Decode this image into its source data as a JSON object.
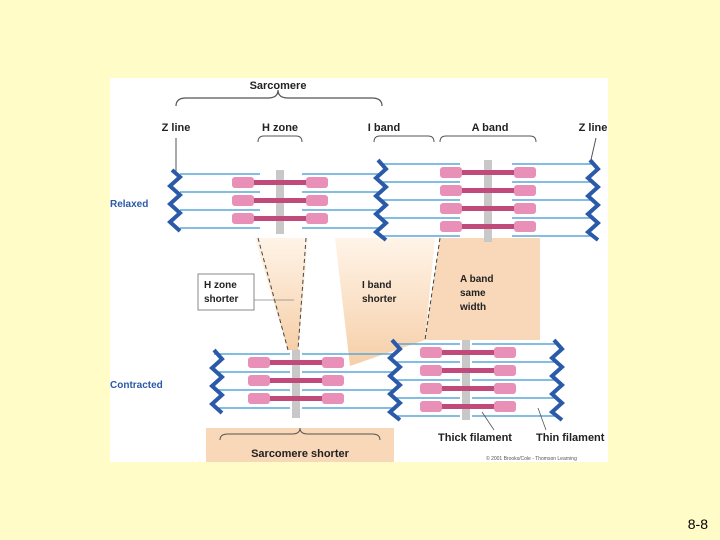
{
  "labels": {
    "sarcomere": "Sarcomere",
    "z_line_left": "Z line",
    "h_zone": "H zone",
    "i_band": "I band",
    "a_band": "A band",
    "z_line_right": "Z line",
    "relaxed": "Relaxed",
    "contracted": "Contracted",
    "h_zone_shorter": [
      "H zone",
      "shorter"
    ],
    "i_band_shorter": [
      "I band",
      "shorter"
    ],
    "a_band_same_width": [
      "A band",
      "same",
      "width"
    ],
    "thick_filament": "Thick filament",
    "thin_filament": "Thin filament",
    "sarcomere_shorter": "Sarcomere shorter",
    "copyright": "© 2001 Brooks/Cole - Thomson Learning"
  },
  "colors": {
    "slide_background": "#fffcc8",
    "z_line_blue": "#2a5aa8",
    "thin_filament": "#5aa8d8",
    "thick_filament": "#c04a7a",
    "myosin_head": "#e890b8",
    "m_line_grey": "#c8c8c8",
    "band_peach": "#f8d8b8"
  },
  "slide_number": "8-8"
}
